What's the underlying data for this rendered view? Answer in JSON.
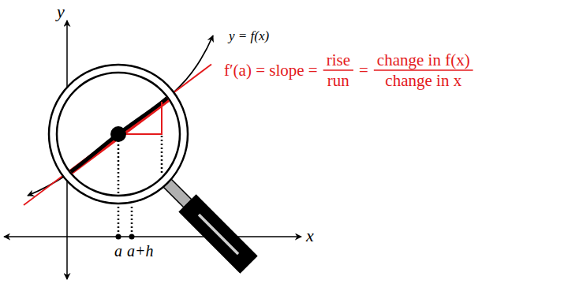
{
  "diagram": {
    "labels": [
      "y",
      "y = f(x)",
      "f′(a) = slope =",
      "rise",
      "run",
      "=",
      "change in f(x)",
      "change in x",
      "x",
      "a",
      "a+h"
    ]
  }
}
